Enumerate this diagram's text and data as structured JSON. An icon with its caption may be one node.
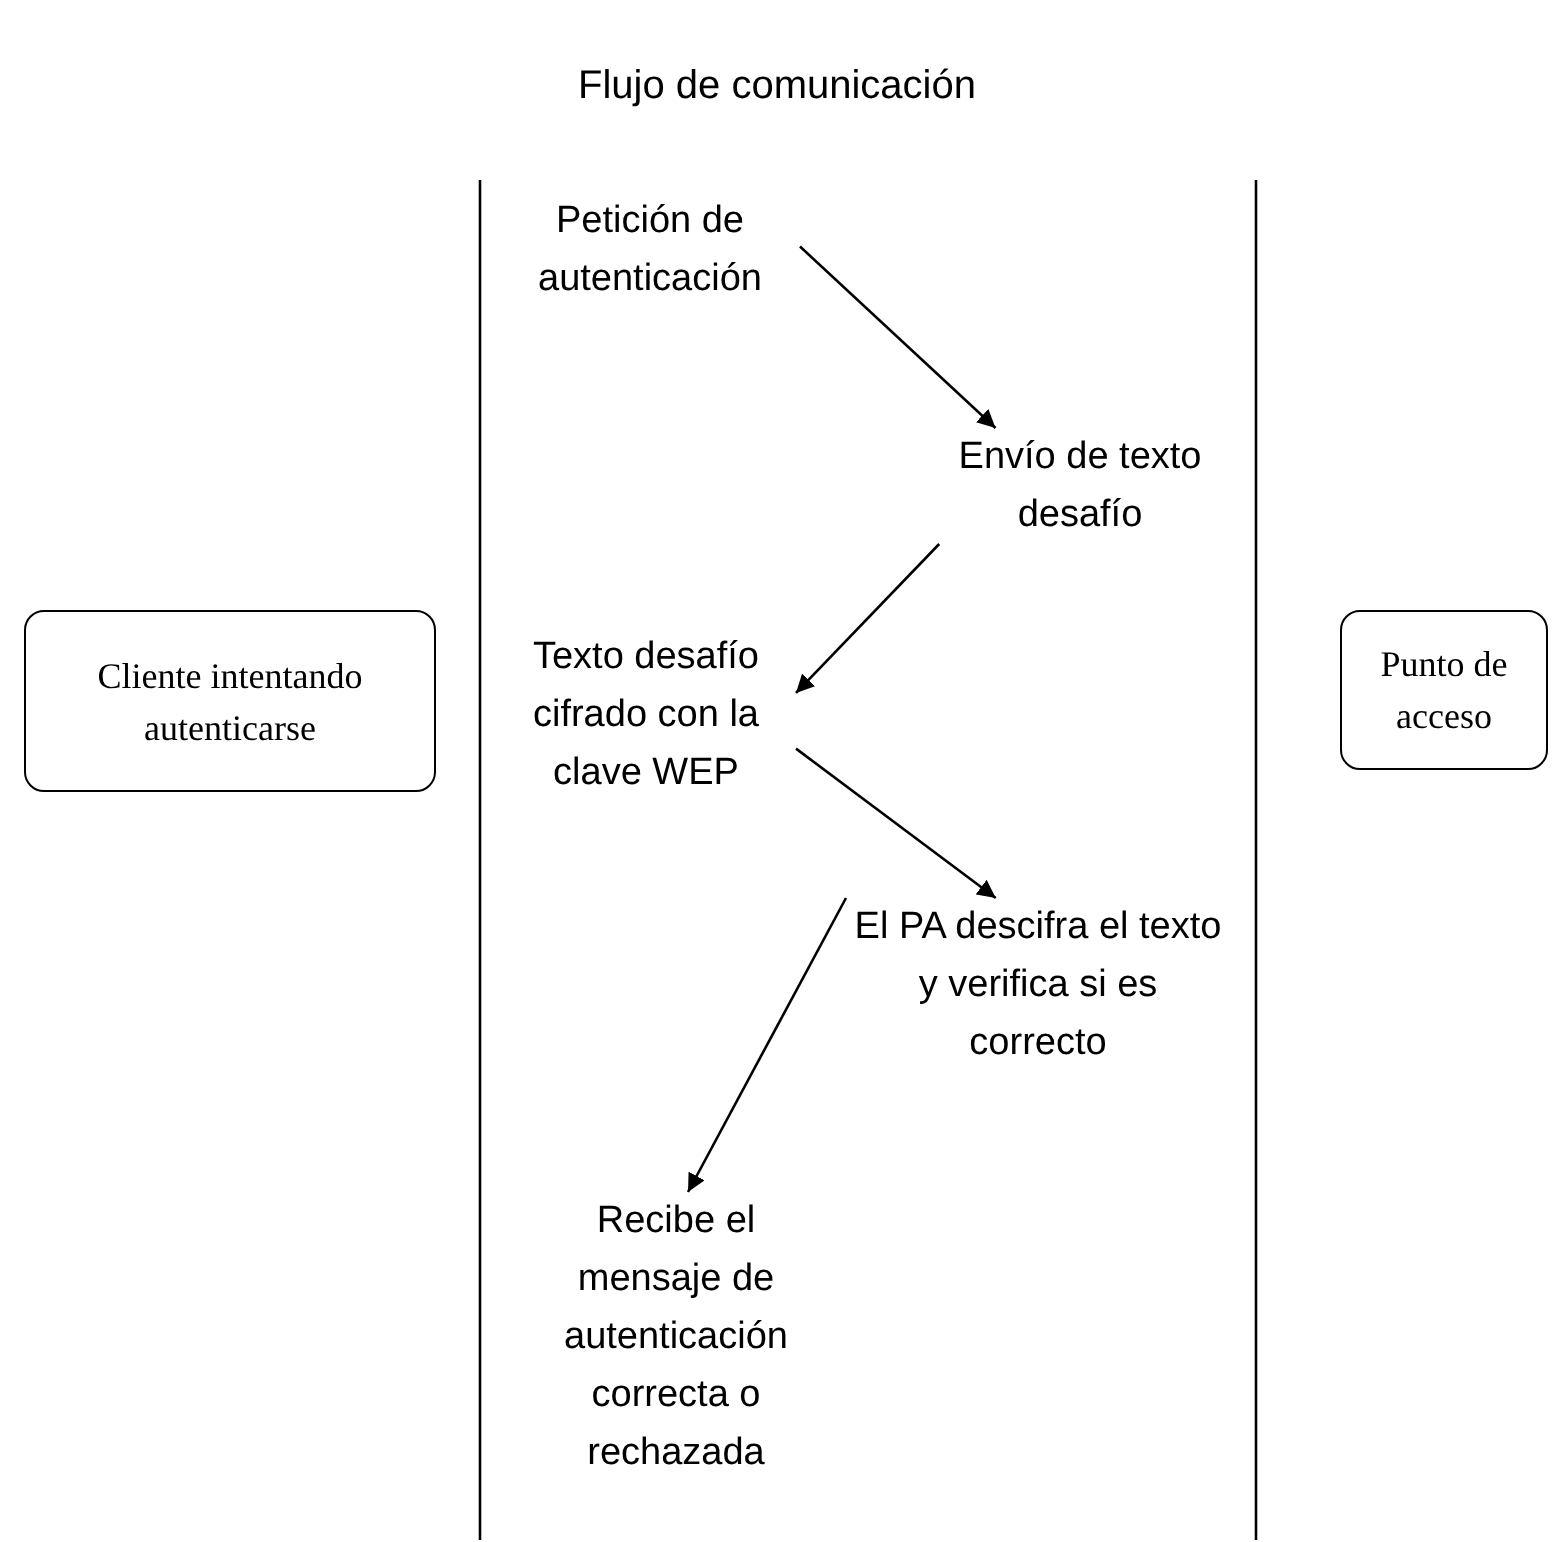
{
  "diagram": {
    "title": "Flujo de comunicación",
    "nodes": [
      {
        "text": [
          "Cliente intentando autenticarse"
        ]
      },
      {
        "text": [
          "Punto de acceso"
        ]
      },
      {
        "text": [
          "Petición de autenticación"
        ]
      },
      {
        "text": [
          "Envío de texto desafío"
        ]
      },
      {
        "text": [
          "Texto desafío cifrado con la clave WEP"
        ]
      },
      {
        "text": [
          "El PA descifra el texto y verifica si es correcto"
        ]
      },
      {
        "text": [
          "Recibe el mensaje de autenticación correcta o rechazada"
        ]
      }
    ],
    "edges": [
      {
        "from": 2,
        "to": 3,
        "arrow": "to"
      },
      {
        "from": 3,
        "to": 4,
        "arrow": "to"
      },
      {
        "from": 4,
        "to": 5,
        "arrow": "to"
      },
      {
        "from": 5,
        "to": 6,
        "arrow": "to"
      }
    ]
  }
}
